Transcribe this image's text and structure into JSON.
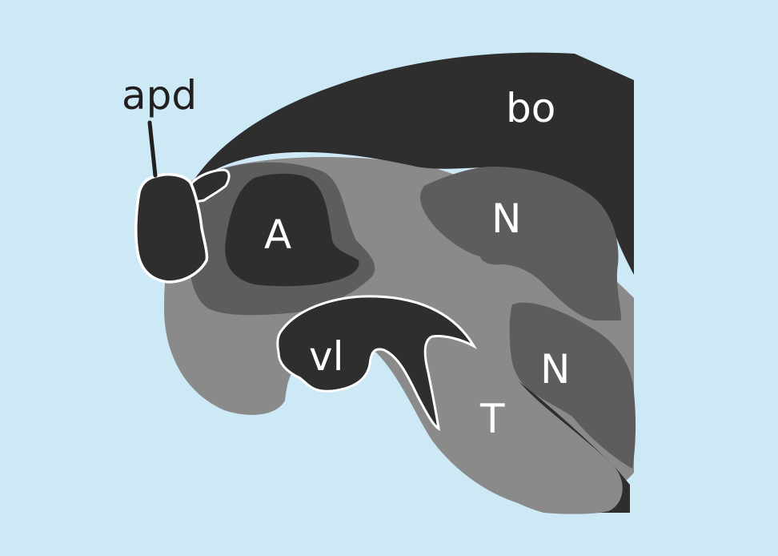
{
  "labels": {
    "apd": "apd",
    "bo": "bo",
    "A": "A",
    "N_upper": "N",
    "N_lower": "N",
    "vl": "vl",
    "T": "T"
  },
  "colors": {
    "background": "#cde9f6",
    "dark": "#2f2e2e",
    "mid_gray": "#5d5d5d",
    "light_gray": "#8a8a8a",
    "outline": "#ffffff",
    "label_dark": "#231f20",
    "label_light": "#ffffff"
  }
}
